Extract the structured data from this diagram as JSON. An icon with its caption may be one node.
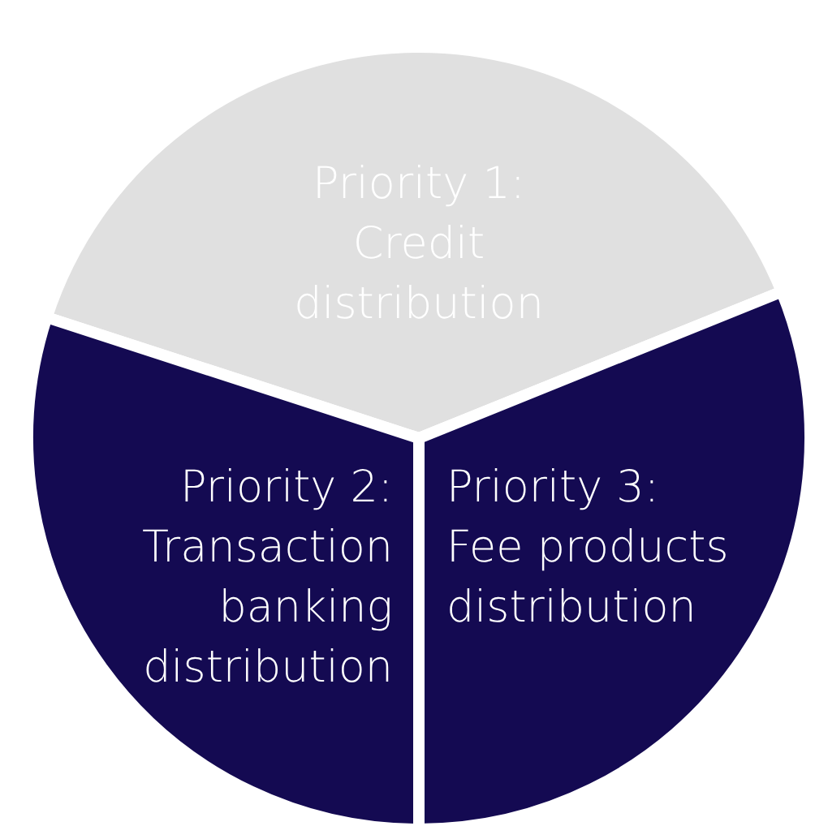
{
  "diagram": {
    "nodes": [
      {
        "text": [
          "Priority 1: Credit distribution"
        ]
      },
      {
        "text": [
          "Priority 2: Transaction banking distribution"
        ]
      },
      {
        "text": [
          "Priority 3: Fee products distribution"
        ]
      }
    ]
  }
}
